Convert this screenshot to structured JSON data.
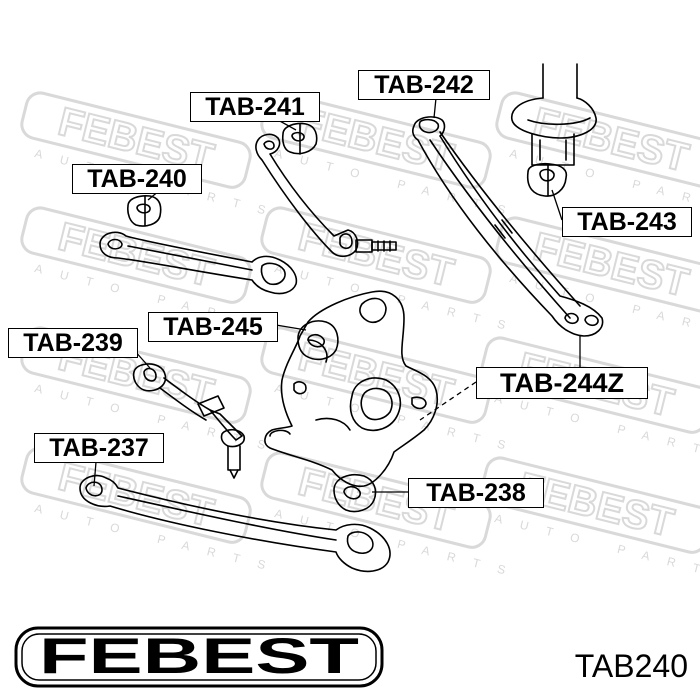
{
  "brand": {
    "name": "FEBEST",
    "watermark_tagline": "AUTO PARTS"
  },
  "part_number": "TAB240",
  "callouts": {
    "tab241": "TAB-241",
    "tab242": "TAB-242",
    "tab240": "TAB-240",
    "tab243": "TAB-243",
    "tab245": "TAB-245",
    "tab239": "TAB-239",
    "tab244z": "TAB-244Z",
    "tab237": "TAB-237",
    "tab238": "TAB-238"
  },
  "colors": {
    "ink": "#000000",
    "watermark": "#d8d8d8",
    "background": "#ffffff"
  }
}
